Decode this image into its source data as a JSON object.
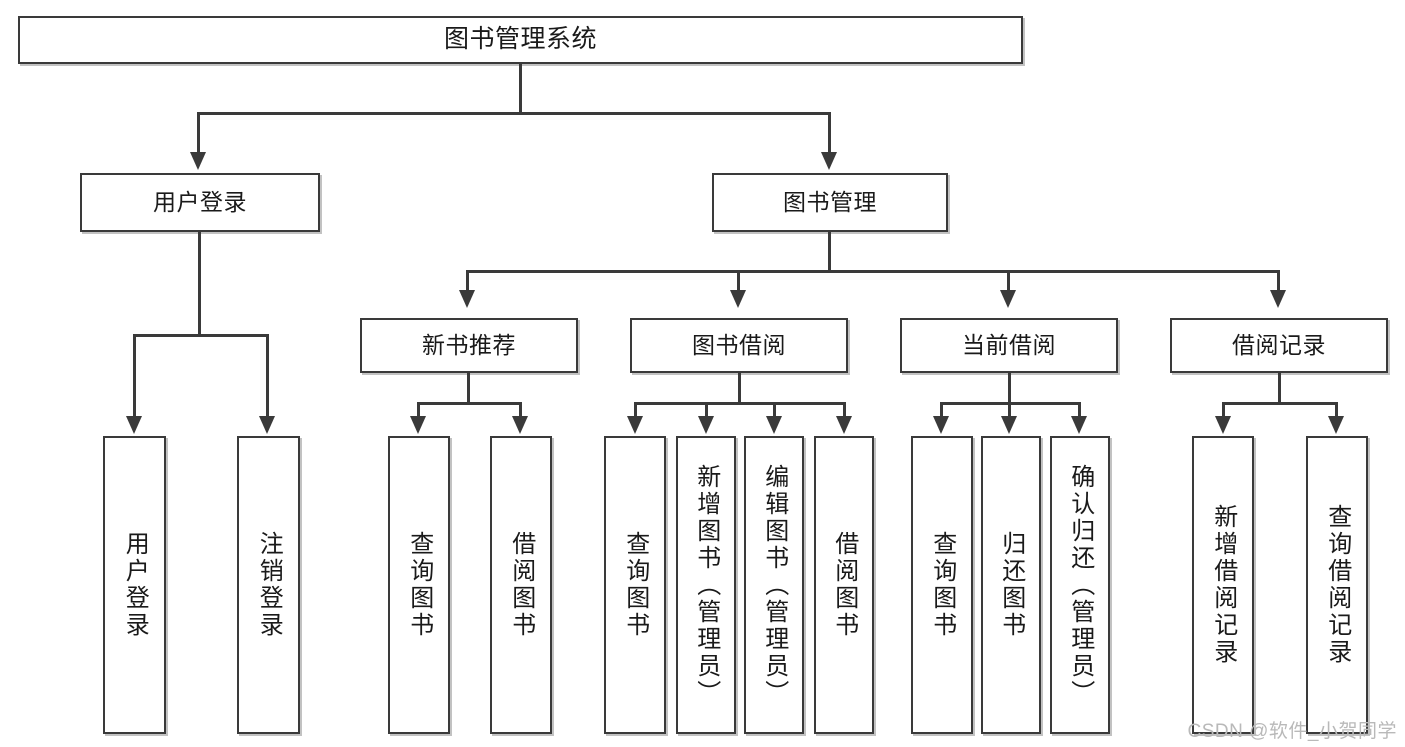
{
  "diagram": {
    "type": "tree-hierarchy-chart",
    "root": {
      "label": "图书管理系统"
    },
    "level2": [
      {
        "label": "用户登录"
      },
      {
        "label": "图书管理"
      }
    ],
    "level3": [
      {
        "label": "新书推荐"
      },
      {
        "label": "图书借阅"
      },
      {
        "label": "当前借阅"
      },
      {
        "label": "借阅记录"
      }
    ],
    "leaves": {
      "user_login": [
        {
          "label": "用户登录"
        },
        {
          "label": "注销登录"
        }
      ],
      "new_book_recommend": [
        {
          "label": "查询图书"
        },
        {
          "label": "借阅图书"
        }
      ],
      "book_borrow": [
        {
          "label": "查询图书"
        },
        {
          "label": "新增图书（管理员）"
        },
        {
          "label": "编辑图书（管理员）"
        },
        {
          "label": "借阅图书"
        }
      ],
      "current_borrow": [
        {
          "label": "查询图书"
        },
        {
          "label": "归还图书"
        },
        {
          "label": "确认归还（管理员）"
        }
      ],
      "borrow_record": [
        {
          "label": "新增借阅记录"
        },
        {
          "label": "查询借阅记录"
        }
      ]
    }
  },
  "watermark": {
    "text": "CSDN @软件_小贺同学"
  },
  "colors": {
    "border": "#3a3a3a",
    "background": "#ffffff",
    "text": "#1a1a1a",
    "watermark": "#b9b9b9"
  }
}
